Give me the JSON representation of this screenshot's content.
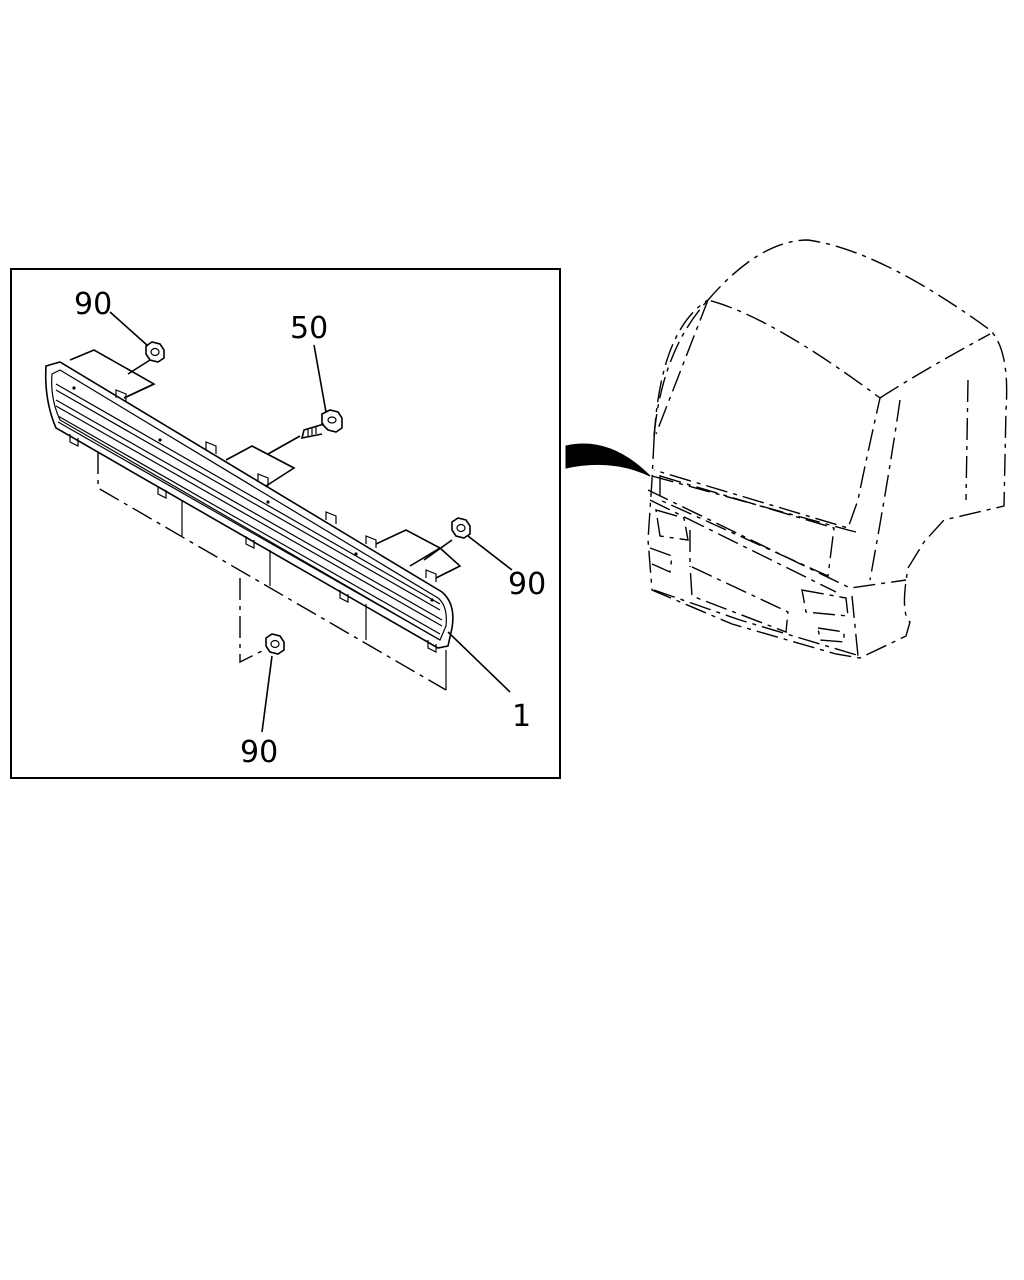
{
  "callouts": {
    "nut_top_left": "90",
    "bolt": "50",
    "nut_right": "90",
    "grille": "1",
    "nut_bottom": "90"
  }
}
